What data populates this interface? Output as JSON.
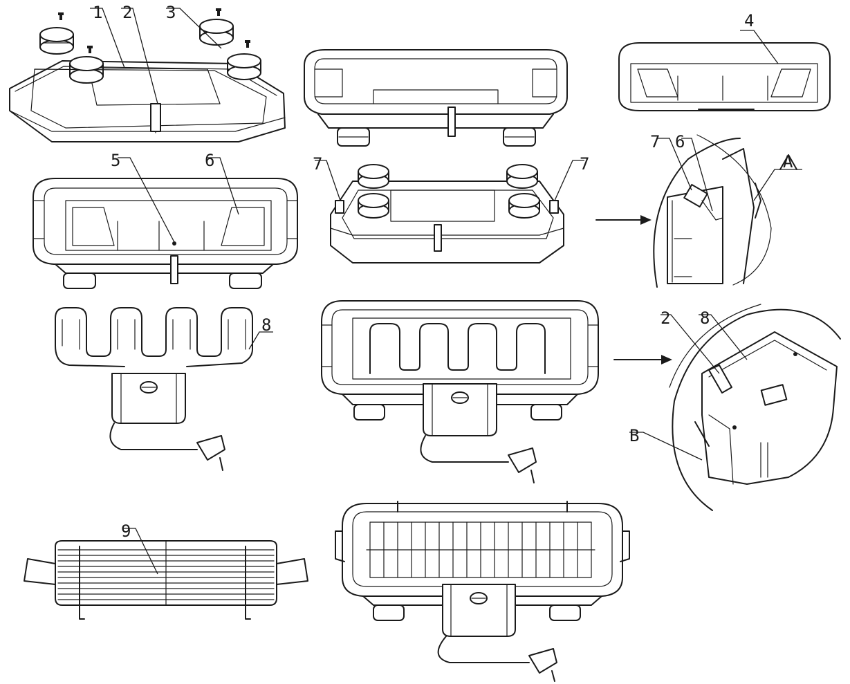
{
  "labels": {
    "l1": "1",
    "l2": "2",
    "l3": "3",
    "l4": "4",
    "l5": "5",
    "l6": "6",
    "l7a": "7",
    "l7b": "7",
    "l7c": "7",
    "l6b": "6",
    "lA": "A",
    "l2b": "2",
    "l8": "8",
    "l8b": "8",
    "lB": "B",
    "l9": "9"
  },
  "colors": {
    "line": "#1a1a1a",
    "background": "#ffffff"
  }
}
